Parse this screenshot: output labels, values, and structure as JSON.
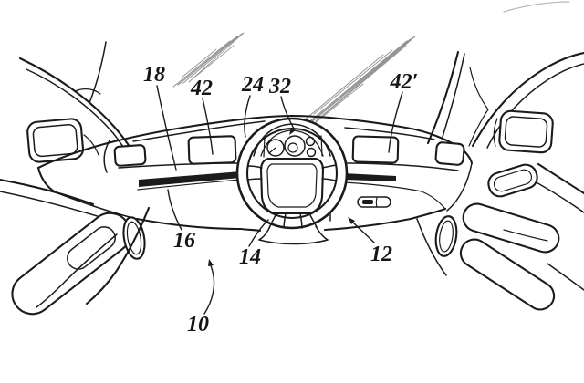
{
  "figure": {
    "description": "patent-style line drawing of a vehicle dashboard interior seen from the driver position",
    "colors": {
      "background": "#ffffff",
      "ink": "#1b1b1b",
      "reflection": "#949494"
    },
    "reference_labels": {
      "r18": "18",
      "r42": "42",
      "r24": "24",
      "r32": "32",
      "r42p": "42′",
      "r16": "16",
      "r14": "14",
      "r12": "12",
      "r10": "10"
    }
  }
}
